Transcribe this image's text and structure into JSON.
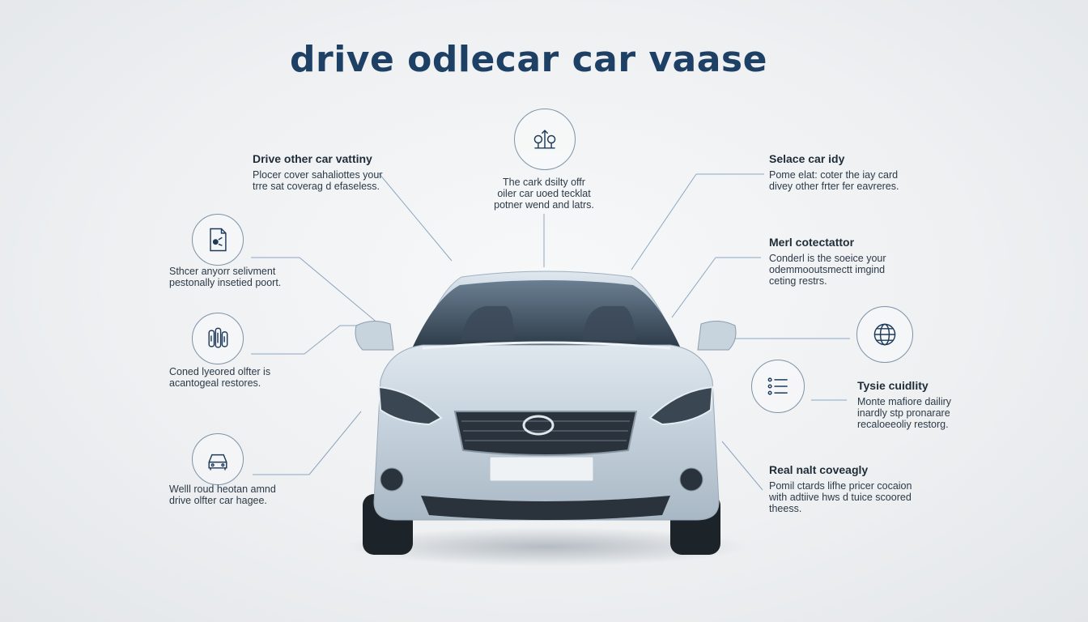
{
  "title": "drive odlecar car vaase",
  "top_center": {
    "icon": "balance-person-icon",
    "lines": [
      "The cark dsilty offr",
      "oiler car uoed tecklat",
      "potner wend and latrs."
    ]
  },
  "left": [
    {
      "heading": "Drive other car vattiny",
      "lines": [
        "Plocer cover sahaliottes your",
        "trre sat coverag d efaseless."
      ]
    },
    {
      "icon": "document-icon",
      "lines": [
        "Sthcer anyorr selivment",
        "pestonally insetied poort."
      ]
    },
    {
      "icon": "fuel-gauge-icon",
      "lines": [
        "Coned lyeored olfter is",
        "acantogeal restores."
      ]
    },
    {
      "icon": "car-front-icon",
      "lines": [
        "Welll roud heotan amnd",
        "drive olfter car hagee."
      ]
    }
  ],
  "right": [
    {
      "heading": "Selace car idy",
      "lines": [
        "Pome elat: coter the iay card",
        "divey other frter fer eavreres."
      ]
    },
    {
      "heading": "Merl cotectattor",
      "lines": [
        "Conderl is the soeice your",
        "odemmooutsmectt imgind",
        "ceting restrs."
      ]
    },
    {
      "icon": "globe-icon"
    },
    {
      "icon": "checklist-icon",
      "heading": "Tysie cuidlity",
      "lines": [
        "Monte mafiore dailiry",
        "inardly stp pronarare",
        "recaloeeoliy restorg."
      ]
    },
    {
      "heading": "Real nalt coveagly",
      "lines": [
        "Pomil ctards lifhe pricer cocaion",
        "with adtiive hws d tuice scoored",
        "theess."
      ]
    }
  ],
  "colors": {
    "title": "#1e4064",
    "line": "#8ea6bf",
    "car_body": "#c9d6e0"
  }
}
